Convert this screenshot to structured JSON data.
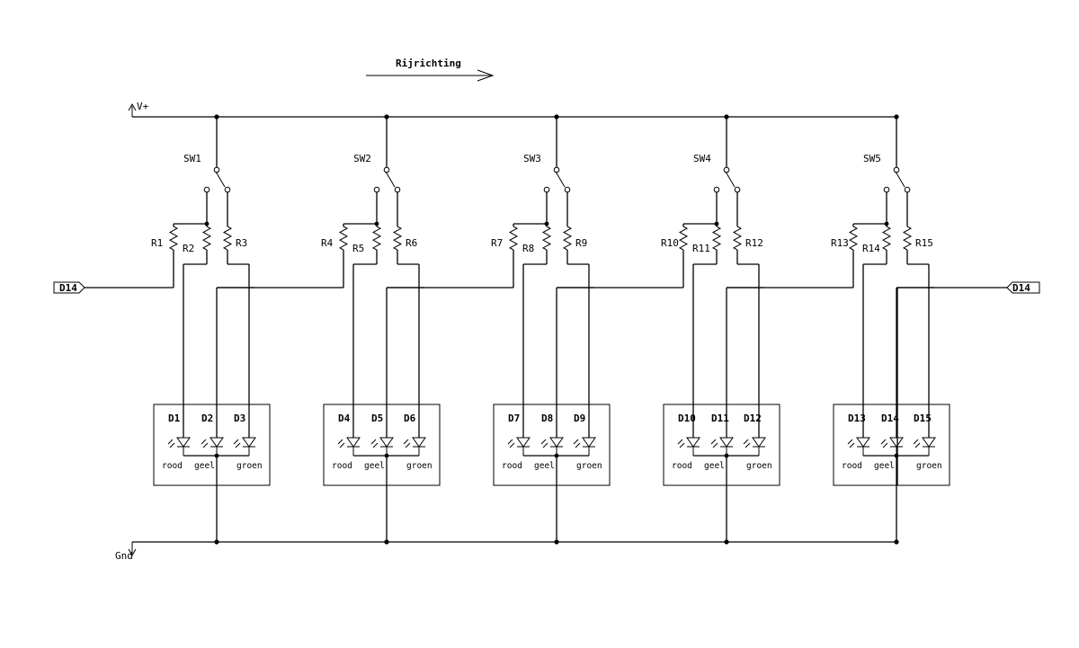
{
  "direction_label": "Rijrichting",
  "supply": {
    "vplus_label": "V+",
    "gnd_label": "Gnd"
  },
  "ports": {
    "left_label": "D14",
    "right_label": "D14"
  },
  "units": [
    {
      "switch": "SW1",
      "resistors": [
        "R1",
        "R2",
        "R3"
      ],
      "leds": [
        "D1",
        "D2",
        "D3"
      ],
      "colors": [
        "rood",
        "geel",
        "groen"
      ]
    },
    {
      "switch": "SW2",
      "resistors": [
        "R4",
        "R5",
        "R6"
      ],
      "leds": [
        "D4",
        "D5",
        "D6"
      ],
      "colors": [
        "rood",
        "geel",
        "groen"
      ]
    },
    {
      "switch": "SW3",
      "resistors": [
        "R7",
        "R8",
        "R9"
      ],
      "leds": [
        "D7",
        "D8",
        "D9"
      ],
      "colors": [
        "rood",
        "geel",
        "groen"
      ]
    },
    {
      "switch": "SW4",
      "resistors": [
        "R10",
        "R11",
        "R12"
      ],
      "leds": [
        "D10",
        "D11",
        "D12"
      ],
      "colors": [
        "rood",
        "geel",
        "groen"
      ]
    },
    {
      "switch": "SW5",
      "resistors": [
        "R13",
        "R14",
        "R15"
      ],
      "leds": [
        "D13",
        "D14",
        "D15"
      ],
      "colors": [
        "rood",
        "geel",
        "groen"
      ]
    }
  ]
}
